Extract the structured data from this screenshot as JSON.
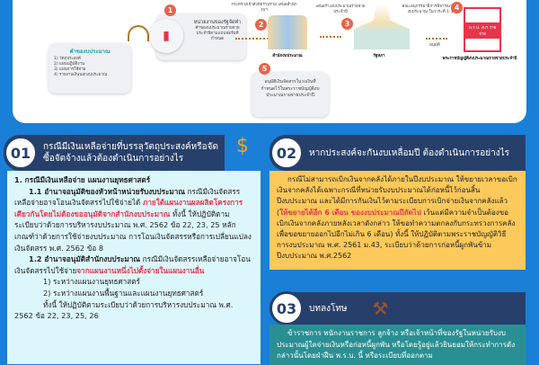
{
  "flow": {
    "request_box": {
      "title": "คำของบประมาณ",
      "items": [
        "1) วัตถุประสงค์",
        "2) แผนปฏิบัติงาน",
        "3) แผนการใช้จ่าย",
        "4) รายงานเงินนอกงบประมาณ"
      ]
    },
    "step1": {
      "num": "1",
      "title": "หน่วยงานของรัฐจัดทำ",
      "desc": "คำของบประมาณรายจ่ายประจำปีตามแบบฟอร์มที่กำหนด"
    },
    "step2": {
      "num": "2",
      "note": "กระทรวงเจ้าสังกัดรวบรวม เสนอสำนักงบฯ",
      "label": "สำนักงบประมาณ"
    },
    "step3": {
      "num": "3",
      "note": "เสนอร่างงบประมาณรายจ่ายประจำปี",
      "label": "รัฐสภา"
    },
    "step4": {
      "num": "4",
      "note": "คณะอนุกรรมาธิการพิจารณาร่างงบประมาณ ในวาระที่ 1-3",
      "approve": "อนุมัติ",
      "book_text": "พ.ร.บ. งบฯ รายจ่าย",
      "label": "พระราชบัญญัติงบประมาณรายจ่ายประจำปี"
    },
    "step5": {
      "num": "5",
      "desc": "อนุมัติเงินจัดสรรในวงเงินที่กำหนดไว้ในพระราชบัญญัติงบประมาณรายจ่ายประจำปี"
    }
  },
  "s01": {
    "num": "01",
    "title": "กรณีมีเงินเหลือจ่ายที่บรรลุวัตถุประสงค์หรือจัดซื้อจัดจ้างแล้วต้องดำเนินการอย่างไร",
    "h1": "1. กรณีมีเงินเหลือจ่าย แผนงานยุทธศาสตร์",
    "p11_b": "1.1 อำนาจอนุมัติของหัวหน้าหน่วยรับงบประมาณ",
    "p11_a": " กรณีมีเงินจัดสรรเหลือจ่ายอาจโอนเงินจัดสรรไปใช้จ่ายได้ ",
    "p11_r": "ภายใต้แผนงานผลผลิตโครงการเดียวกันโดยไม่ต้องขออนุมัติจากสำนักงบประมาณ",
    "p11_c": " ทั้งนี้ ให้ปฏิบัติตามระเบียบว่าด้วยการบริหารงบประมาณ พ.ศ. 2562 ข้อ 22, 23, 25 หลักเกณฑ์ว่าด้วยการใช้จ่ายงบประมาณ การโอนเงินจัดสรรหรือการเปลี่ยนแปลงเงินจัดสรร พ.ศ. 2562 ข้อ 8",
    "p12_b": "1.2 อำนาจอนุมัติสำนักงบประมาณ",
    "p12_a": " กรณีมีเงินจัดสรรเหลือจ่ายอาจโอนเงินจัดสรรไปใช้จ่าย",
    "p12_r": "จากแผนงานหนึ่งไปตั้งจ่ายในแผนงานอื่น",
    "l1": "1) ระหว่างแผนงานยุทธศาสตร์",
    "l2": "2) ระหว่างแผนงานพื้นฐานและแผนงานยุทธศาสตร์",
    "l3": "ทั้งนี้ ให้ปฏิบัติตามระเบียบว่าด้วยการบริหารงบประมาณ พ.ศ. 2562 ข้อ 22, 23, 25, 26"
  },
  "s02": {
    "num": "02",
    "title": "หากประสงค์จะกันงบเหลื่อมปี ต้องดำเนินการอย่างไร",
    "a": "กรณีไม่สามารถเบิกเงินจากคลังได้ภายในปีงบประมาณ ให้ขยายเวลาขอเบิกเงินจากคลังได้เฉพาะกรณีที่หน่วยรับงบประมาณได้ก่อหนี้ไว้ก่อนสิ้นปีงบประมาณ และได้มีการกันเงินไว้ตามระเบียบการเบิกจ่ายเงินจากคลังแล้ว (",
    "r": "ให้ขยายได้อีก 6 เดือน ของงบประมาณปีถัดไป",
    "b": " เว้นแต่มีความจำเป็นต้องขอเบิกเงินจากคลังภายหลังเวลาดังกล่าว ให้ขอทำความตกลงกับกระทรวงการคลัง เพื่อขอขยายออกไปอีกไม่เกิน 6 เดือน) ทั้งนี้ ให้ปฏิบัติตามพระราชบัญญัติวิธีการงบประมาณ พ.ศ. 2561 ม.43, ระเบียบว่าด้วยการก่อหนี้ผูกพันข้ามปีงบประมาณ พ.ศ.2562"
  },
  "s03": {
    "num": "03",
    "title": "บทลงโทษ",
    "text": "ข้าราชการ พนักงานราชการ ลูกจ้าง หรือเจ้าหน้าที่ของรัฐในหน่วยรับงบประมาณผู้ใดจ่ายเงินหรือก่อหนี้ผูกพัน หรือโดยรู้อยู่แล้วยินยอมให้กระทำการดังกล่าวนั้นโดยฝ่าฝืน พ.ร.บ. นี้ หรือระเบียบที่ออกตาม"
  }
}
